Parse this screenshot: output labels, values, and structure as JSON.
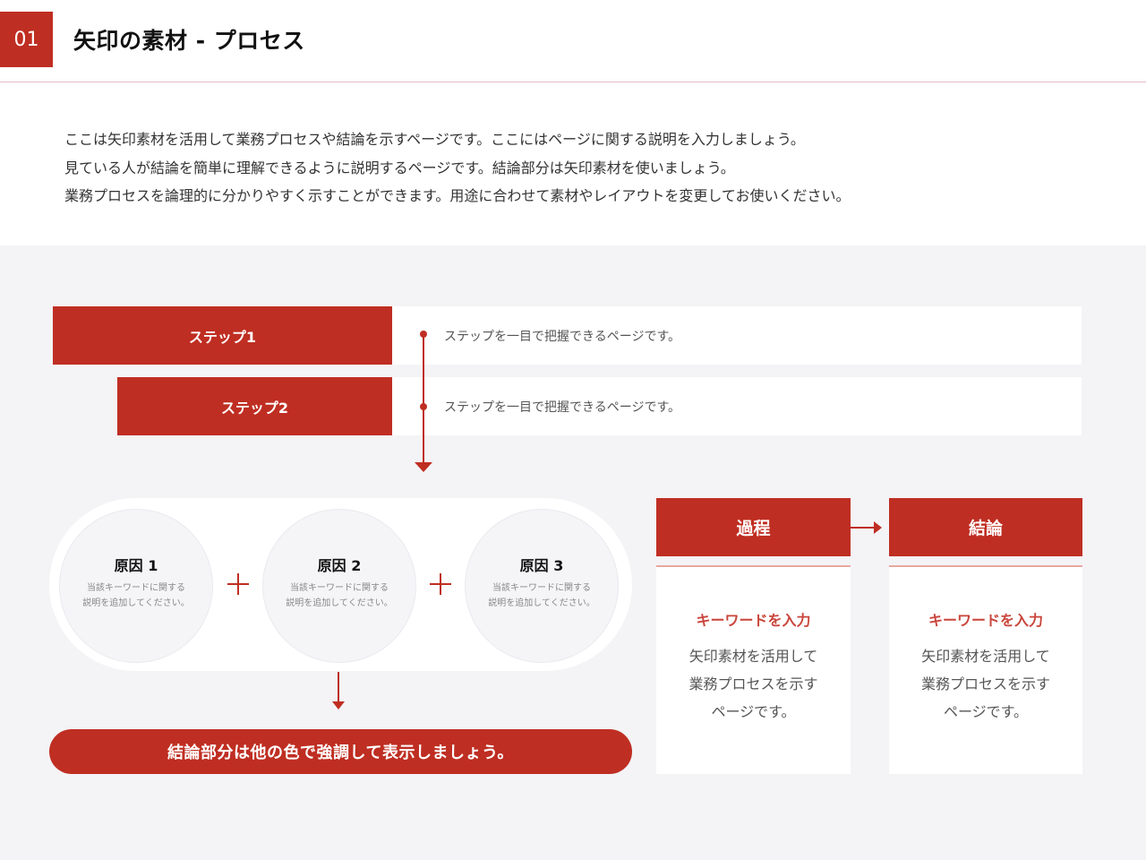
{
  "header": {
    "number": "01",
    "title": "矢印の素材 - プロセス"
  },
  "intro": {
    "lines": [
      "ここは矢印素材を活用して業務プロセスや結論を示すページです。ここにはページに関する説明を入力しましょう。",
      "見ている人が結論を簡単に理解できるように説明するページです。結論部分は矢印素材を使いましょう。",
      "業務プロセスを論理的に分かりやすく示すことができます。用途に合わせて素材やレイアウトを変更してお使いください。"
    ]
  },
  "steps": [
    {
      "label": "ステップ1",
      "description": "ステップを一目で把握できるページです。"
    },
    {
      "label": "ステップ2",
      "description": "ステップを一目で把握できるページです。"
    }
  ],
  "causes": [
    {
      "title": "原因 1",
      "desc_line1": "当該キーワードに関する",
      "desc_line2": "説明を追加してください。"
    },
    {
      "title": "原因 2",
      "desc_line1": "当該キーワードに関する",
      "desc_line2": "説明を追加してください。"
    },
    {
      "title": "原因 3",
      "desc_line1": "当該キーワードに関する",
      "desc_line2": "説明を追加してください。"
    }
  ],
  "conclusion": {
    "text": "結論部分は他の色で強調して表示しましょう。"
  },
  "phases": [
    {
      "heading": "過程",
      "keyword": "キーワードを入力",
      "lines": [
        "矢印素材を活用して",
        "業務プロセスを示す",
        "ページです。"
      ]
    },
    {
      "heading": "結論",
      "keyword": "キーワードを入力",
      "lines": [
        "矢印素材を活用して",
        "業務プロセスを示す",
        "ページです。"
      ]
    }
  ],
  "colors": {
    "accent": "#bf2e22",
    "keyword": "#c9453b",
    "background": "#f4f3f6",
    "header_rule": "#e2bcc4"
  }
}
